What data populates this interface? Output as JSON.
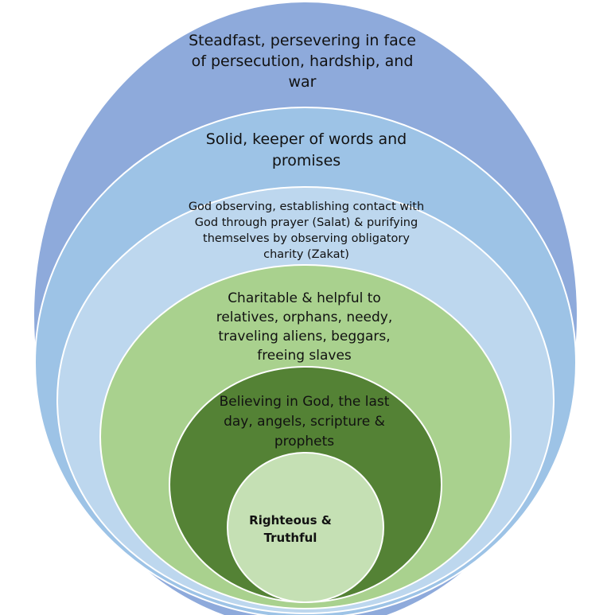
{
  "diagram": {
    "rings": [
      {
        "id": "outer",
        "label": "Steadfast, persevering in face of persecution, hardship, and war",
        "color": "#8eaadb"
      },
      {
        "id": "second",
        "label": "Solid, keeper of words and promises",
        "color": "#9dc3e6"
      },
      {
        "id": "third",
        "label": "God observing, establishing contact with God through prayer (Salat) & purifying themselves by observing obligatory charity (Zakat)",
        "color": "#bdd7ee"
      },
      {
        "id": "fourth",
        "label": "Charitable & helpful to relatives, orphans, needy, traveling aliens, beggars, freeing slaves",
        "color": "#a9d18e"
      },
      {
        "id": "fifth",
        "label": "Believing in God, the last day, angels, scripture & prophets",
        "color": "#548235"
      },
      {
        "id": "core",
        "label": "Righteous & Truthful",
        "color": "#c5e0b4"
      }
    ],
    "stroke_color": "#ffffff"
  }
}
